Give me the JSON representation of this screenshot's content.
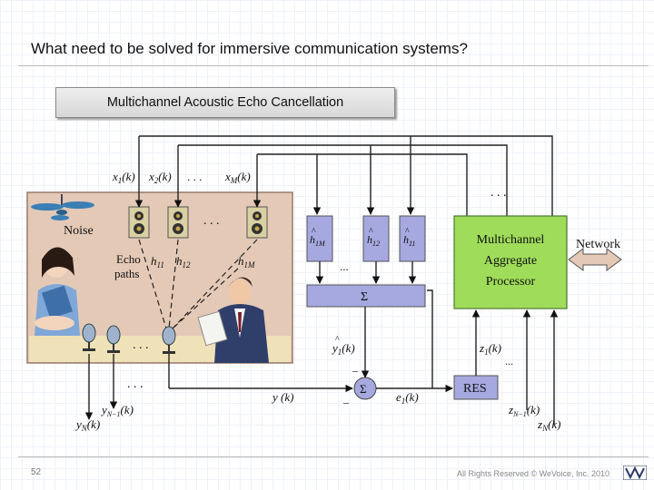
{
  "slide": {
    "title": "What need to be solved for immersive communication systems?",
    "subtitle": "Multichannel Acoustic Echo Cancellation",
    "page_number": "52",
    "copyright": "All Rights Reserved © WeVoice, Inc. 2010"
  },
  "diagram": {
    "room": {
      "noise_label": "Noise",
      "echo_paths_label": "Echo\npaths",
      "echo_labels": [
        "h",
        "h",
        "h"
      ],
      "echo_subscripts": [
        "11",
        "12",
        "1M"
      ],
      "dots": ". . ."
    },
    "inputs": {
      "x_labels": [
        "x",
        "x",
        "x"
      ],
      "x_subscripts": [
        "1",
        "2",
        "M"
      ],
      "arg": "(k)",
      "dots": ". . ."
    },
    "filters": {
      "hat_labels": [
        "h",
        "h",
        "h"
      ],
      "subscripts": [
        "1M",
        "12",
        "11"
      ],
      "dots": "..."
    },
    "sum_symbol": "Σ",
    "processor_label": "Multichannel\nAggregate\nProcessor",
    "network_label": "Network",
    "res_label": "RES",
    "signals": {
      "y_hat": "y",
      "y_hat_sub": "1",
      "y": "y (k)",
      "e": "e",
      "e_sub": "1",
      "z1": "z",
      "z1_sub": "1",
      "zN1": "z",
      "zN1_sub": "N−1",
      "zN": "z",
      "zN_sub": "N",
      "yN1": "y",
      "yN1_sub": "N−1",
      "yN": "y",
      "yN_sub": "N",
      "arg": "(k)",
      "minus": "_",
      "dots": "...",
      "dots_mic": ". . ."
    },
    "colors": {
      "room": "#e4c9b7",
      "filter": "#a6a8e0",
      "processor": "#9fdc5a",
      "res": "#a6a8e0"
    }
  }
}
